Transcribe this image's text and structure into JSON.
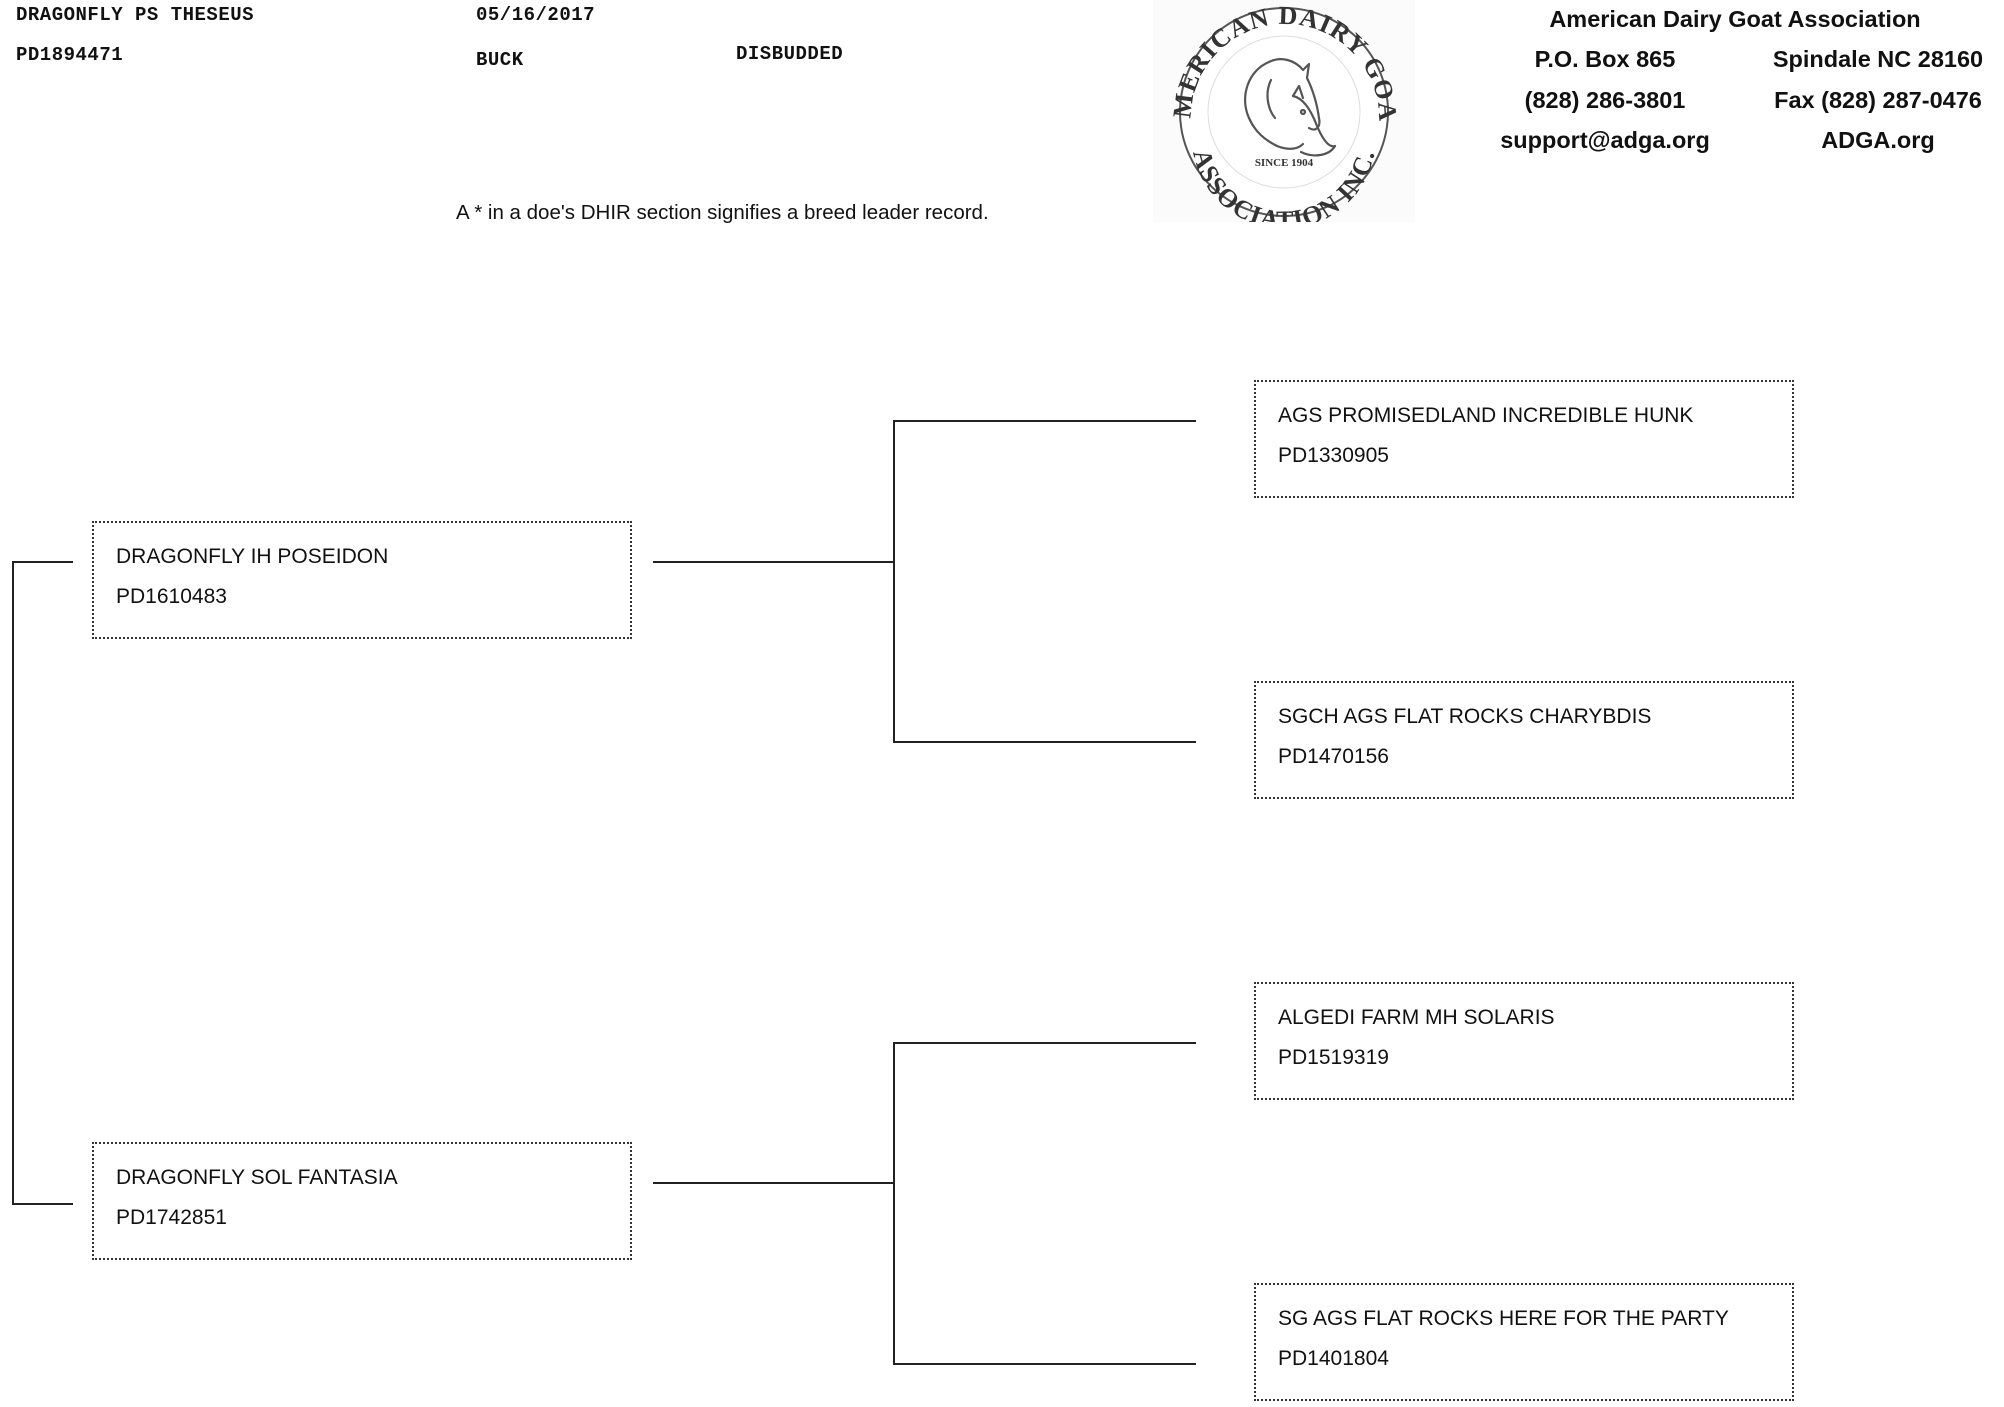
{
  "animal": {
    "name": "DRAGONFLY PS THESEUS",
    "reg": "PD1894471",
    "dob": "05/16/2017",
    "sex": "BUCK",
    "horn": "DISBUDDED"
  },
  "note": "A * in a doe's DHIR section signifies a breed leader record.",
  "logo": {
    "top_text": "AMERICAN DAIRY GOAT",
    "bottom_text": "ASSOCIATION INC.",
    "since": "SINCE 1904"
  },
  "org": {
    "name": "American Dairy Goat Association",
    "po_box": "P.O. Box 865",
    "city": "Spindale NC 28160",
    "phone": "(828) 286-3801",
    "fax": "Fax (828) 287-0476",
    "email": "support@adga.org",
    "web": "ADGA.org"
  },
  "pedigree": {
    "sire": {
      "name": "DRAGONFLY IH POSEIDON",
      "reg": "PD1610483"
    },
    "dam": {
      "name": "DRAGONFLY SOL FANTASIA",
      "reg": "PD1742851"
    },
    "sire_sire": {
      "name": "AGS PROMISEDLAND INCREDIBLE HUNK",
      "reg": "PD1330905"
    },
    "sire_dam": {
      "name": "SGCH AGS FLAT ROCKS CHARYBDIS",
      "reg": "PD1470156"
    },
    "dam_sire": {
      "name": "ALGEDI FARM MH SOLARIS",
      "reg": "PD1519319"
    },
    "dam_dam": {
      "name": "SG AGS FLAT ROCKS HERE FOR THE PARTY",
      "reg": "PD1401804"
    }
  },
  "colors": {
    "line": "#222222",
    "box_border": "#333333",
    "text": "#111111"
  }
}
